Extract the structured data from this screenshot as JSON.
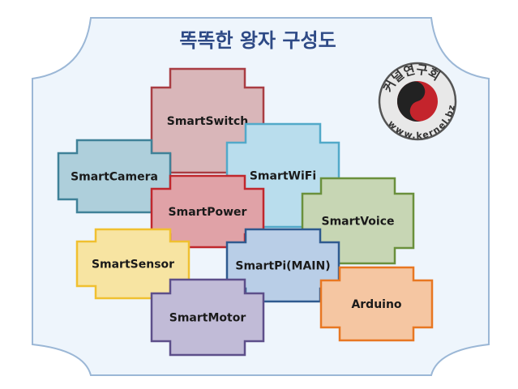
{
  "title": "똑똑한 왕자 구성도",
  "logo": {
    "top_text": "커널연구회",
    "bottom_text": "www.kernel.bz"
  },
  "frame_colors": {
    "fill": "#eef5fc",
    "stroke": "#9bb7d6"
  },
  "modules": [
    {
      "label": "SmartSwitch",
      "fill": "#d9b6b9",
      "stroke": "#a93d43"
    },
    {
      "label": "SmartCamera",
      "fill": "#aecfdb",
      "stroke": "#3f8198"
    },
    {
      "label": "SmartWiFi",
      "fill": "#b9dded",
      "stroke": "#52a9c9"
    },
    {
      "label": "SmartPower",
      "fill": "#e0a2a7",
      "stroke": "#c0272d"
    },
    {
      "label": "SmartVoice",
      "fill": "#c7d6b4",
      "stroke": "#6a903c"
    },
    {
      "label": "SmartSensor",
      "fill": "#f7e4a2",
      "stroke": "#f0c030"
    },
    {
      "label": "SmartPi(MAIN)",
      "fill": "#b9cee7",
      "stroke": "#2f5a8f"
    },
    {
      "label": "Arduino",
      "fill": "#f5c6a2",
      "stroke": "#e87722"
    },
    {
      "label": "SmartMotor",
      "fill": "#c1bbd7",
      "stroke": "#5d4f8a"
    }
  ]
}
